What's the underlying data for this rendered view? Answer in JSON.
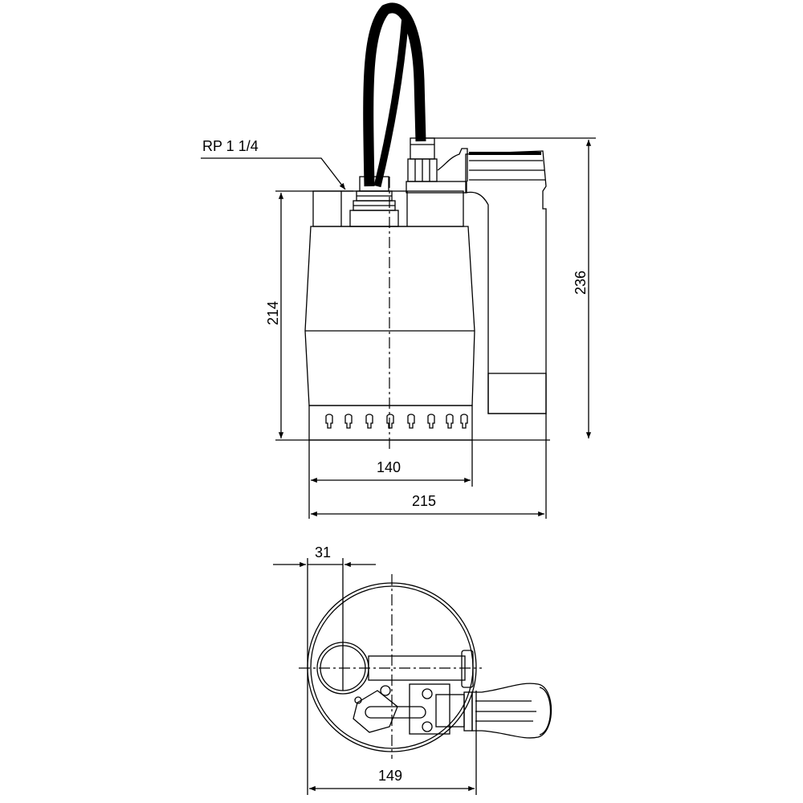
{
  "drawing": {
    "side_view": {
      "outlet_label": "RP 1 1/4",
      "dimensions": {
        "body_height": "214",
        "total_height": "236",
        "body_width": "140",
        "total_width": "215"
      }
    },
    "top_view": {
      "dimensions": {
        "outlet_offset": "31",
        "width": "149"
      }
    },
    "line_color": "#000000",
    "background": "#ffffff"
  }
}
